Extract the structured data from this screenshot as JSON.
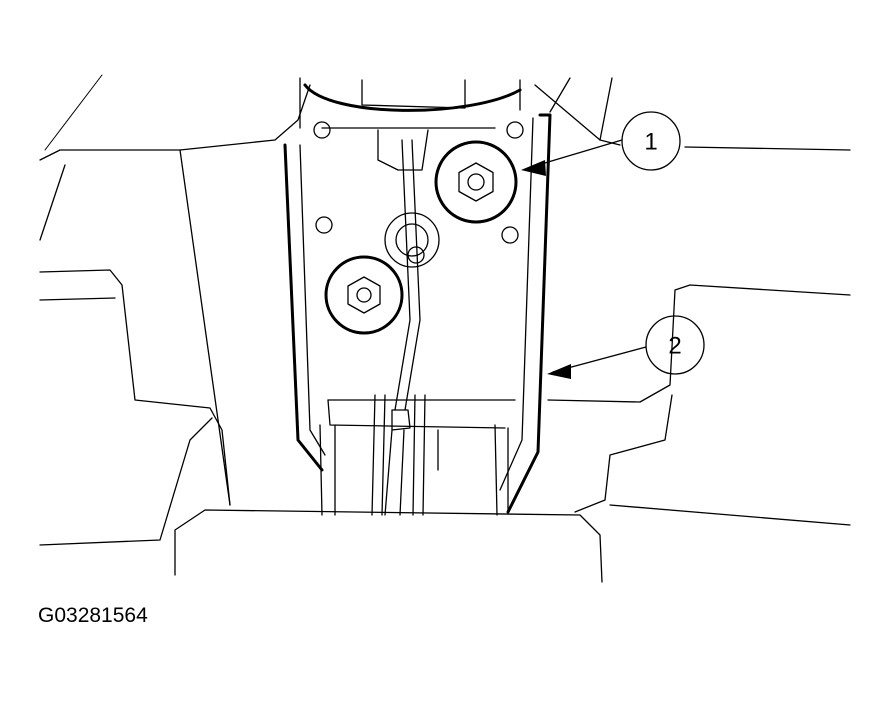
{
  "figure": {
    "id": "G03281564"
  },
  "callouts": [
    {
      "number": "1"
    },
    {
      "number": "2"
    }
  ]
}
